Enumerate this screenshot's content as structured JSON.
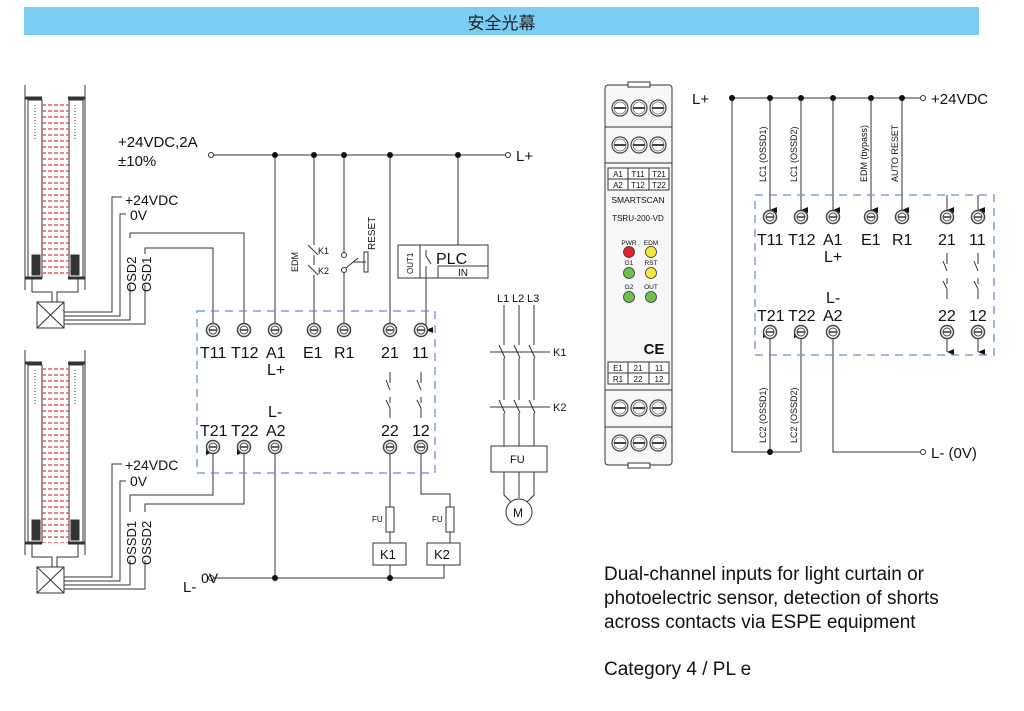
{
  "header": {
    "title": "安全光幕"
  },
  "left_diagram": {
    "supply_label_1": "+24VDC,2A",
    "supply_label_2": "±10%",
    "lplus": "L+",
    "lminus": "L-",
    "zero_v": "0V",
    "curtain1": {
      "v24": "+24VDC",
      "v0": "0V",
      "out_a": "OSD2",
      "out_b": "OSD1"
    },
    "curtain2": {
      "v24": "+24VDC",
      "v0": "0V",
      "out_a": "OSSD1",
      "out_b": "OSSD2"
    },
    "edm_label": "EDM",
    "k1": "K1",
    "k2": "K2",
    "reset_label": "RESET",
    "plc": {
      "title": "PLC",
      "in": "IN",
      "out": "OUT1"
    },
    "terminals_top": [
      "T11",
      "T12",
      "A1",
      "E1",
      "R1",
      "21",
      "11"
    ],
    "terminals_bottom": [
      "T21",
      "T22",
      "A2",
      "22",
      "12"
    ],
    "a1_sub": "L+",
    "a2_sup": "L-",
    "fuse": "FU",
    "relay1": "K1",
    "relay2": "K2"
  },
  "motor_diagram": {
    "phases": [
      "L1",
      "L2",
      "L3"
    ],
    "contactor1": "K1",
    "contactor2": "K2",
    "fuse": "FU",
    "motor": "M"
  },
  "device": {
    "top_labels": [
      [
        "A1",
        "T11",
        "T21"
      ],
      [
        "A2",
        "T12",
        "T22"
      ]
    ],
    "brand": "SMARTSCAN",
    "model": "TSRU-200-VD",
    "leds": [
      {
        "label": "PWR",
        "color": "#e8202a"
      },
      {
        "label": "EDM",
        "color": "#f4ea3c"
      },
      {
        "label": "G1",
        "color": "#6cc24a"
      },
      {
        "label": "RST",
        "color": "#f4ea3c"
      },
      {
        "label": "G2",
        "color": "#6cc24a"
      },
      {
        "label": "OUT",
        "color": "#6cc24a"
      }
    ],
    "ce": "CE",
    "bottom_labels": [
      [
        "E1",
        "21",
        "11"
      ],
      [
        "R1",
        "22",
        "12"
      ]
    ]
  },
  "right_diagram": {
    "lplus": "L+",
    "supply": "+24VDC",
    "lminus": "L- (0V)",
    "wire_labels_top": [
      "LC1  (OSSD1)",
      "LC1  (OSSD2)",
      "EDM  (bypass)",
      "AUTO  RESET"
    ],
    "wire_labels_bottom": [
      "LC2  (OSSD1)",
      "LC2  (OSSD2)"
    ],
    "terminals_top": [
      "T11",
      "T12",
      "A1",
      "E1",
      "R1",
      "21",
      "11"
    ],
    "terminals_bottom": [
      "T21",
      "T22",
      "A2",
      "22",
      "12"
    ],
    "a1_sub": "L+",
    "a2_sup": "L-"
  },
  "description": {
    "lines": [
      "Dual-channel inputs for light curtain or",
      "photoelectric sensor, detection of shorts",
      "across contacts via ESPE equipment"
    ],
    "category": "Category 4 / PL e"
  },
  "colors": {
    "title_bar": "#7ccdf4",
    "dashed_box": "#6b8fc4",
    "beam": "#e0505a"
  }
}
